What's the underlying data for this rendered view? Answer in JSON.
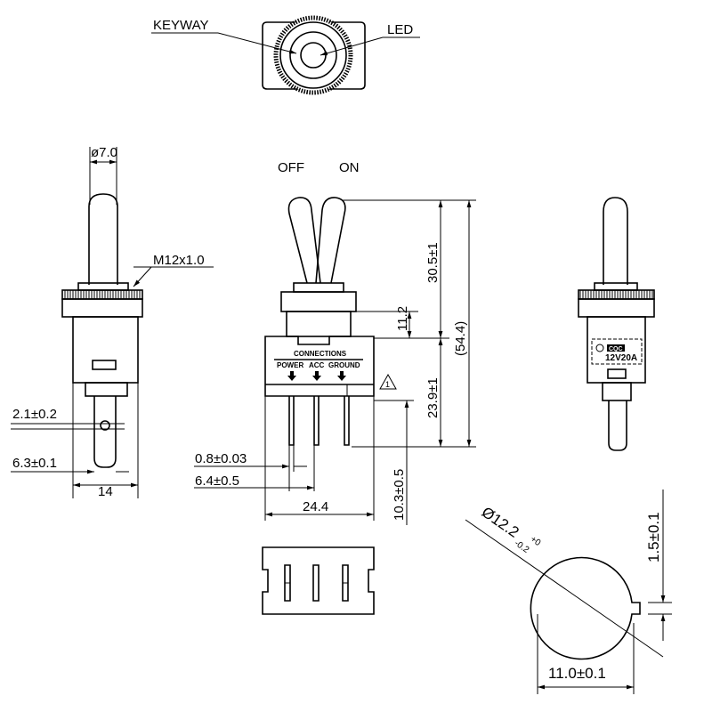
{
  "top_view": {
    "keyway_label": "KEYWAY",
    "led_label": "LED"
  },
  "side_view": {
    "diameter_label": "ø7.0",
    "thread_label": "M12x1.0",
    "hole_dim": "2.1±0.2",
    "terminal_width_dim": "6.3±0.1",
    "body_width_dim": "14"
  },
  "front_view": {
    "off_label": "OFF",
    "on_label": "ON",
    "connections_title": "CONNECTIONS",
    "connections": [
      "POWER",
      "ACC",
      "GROUND"
    ],
    "warning_mark": "1",
    "dim_lever": "30.5±1",
    "dim_nut": "11.2",
    "dim_total": "(54.4)",
    "dim_body": "23.9±1",
    "dim_terminal_len": "10.3±0.5",
    "dim_terminal_thick": "0.8±0.03",
    "dim_pitch": "6.4±0.5",
    "dim_width": "24.4"
  },
  "right_view": {
    "marking_code": "CQC",
    "rating": "12V20A"
  },
  "panel_cutout": {
    "diameter_dim": "Ø12.2",
    "tolerance_upper": "+0",
    "tolerance_lower": "-0.2",
    "flat_dim": "11.0±0.1",
    "key_dim": "1.5±0.1"
  }
}
